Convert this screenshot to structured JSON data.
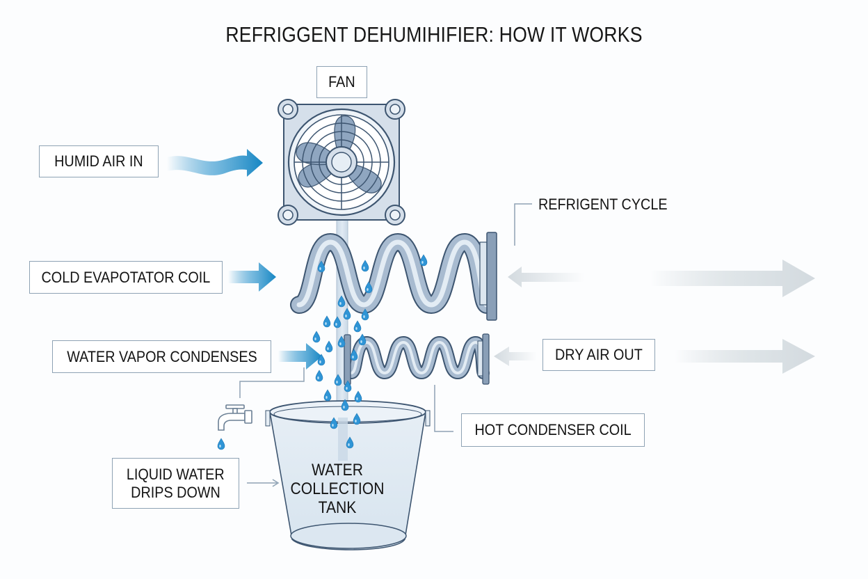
{
  "title": "REFRIGGENT DEHUMIHIFIER: HOW IT WORKS",
  "labels": {
    "fan": "FAN",
    "humid_air_in": "HUMID AIR IN",
    "refrigerant_cycle": "REFRIGENT CYCLE",
    "cold_evaporator_coil": "COLD EVAPOTATOR COIL",
    "water_vapor_condenses": "WATER VAPOR CONDENSES",
    "dry_air_out": "DRY AIR OUT",
    "hot_condenser_coil": "HOT CONDENSER COIL",
    "liquid_water_line1": "LIQUID WATER",
    "liquid_water_line2": "DRIPS DOWN",
    "tank_line1": "WATER",
    "tank_line2": "COLLECTION",
    "tank_line3": "TANK"
  },
  "colors": {
    "accent_blue": "#1a87c4",
    "coil_steel": "#9fb2c8",
    "outline": "#3d5570",
    "fan_blade": "#8fa6c0",
    "grey_arrow": "#d3dadf",
    "droplet": "#2f95d6"
  },
  "icons": {
    "fan": "fan-icon",
    "faucet": "faucet-icon",
    "tank": "bucket-icon",
    "droplet": "water-drop-icon"
  }
}
